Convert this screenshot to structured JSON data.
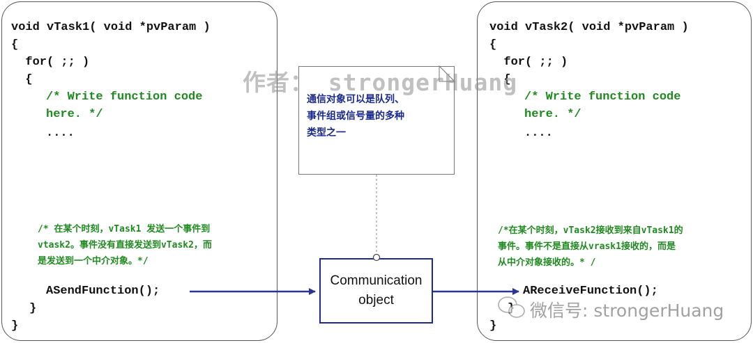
{
  "task1": {
    "lines": [
      "void vTask1( void *pvParam )",
      "{",
      "  for( ;; )",
      "  {"
    ],
    "comment_lines": [
      "/* Write function code",
      "here. */",
      "...."
    ],
    "cn_comment": [
      "/* 在某个时刻，vTask1 发送一个事件到",
      "vtask2。事件没有直接发送到vTask2，而",
      "是发送到一个中介对象。*/"
    ],
    "call": "ASendFunction();",
    "close_inner": "}",
    "close_outer": "}"
  },
  "task2": {
    "lines": [
      "void vTask2( void *pvParam )",
      "{",
      "  for( ;; )",
      "  {"
    ],
    "comment_lines": [
      "/* Write function code",
      "here. */",
      "...."
    ],
    "cn_comment": [
      "/*在某个时刻，vTask2接收到来自vTask1的",
      "事件。事件不是直接从vrask1接收的，而是",
      "从中介对象接收的。* /"
    ],
    "call": "AReceiveFunction();",
    "close_inner": "}",
    "close_outer": "}"
  },
  "note": {
    "lines": [
      "通信对象可以是队列、",
      "事件组或信号量的多种",
      "类型之一"
    ]
  },
  "comm_object": {
    "line1": "Communication",
    "line2": "object"
  },
  "watermark": {
    "top": "作者： strongerHuang",
    "bottom": "微信号: strongerHuang"
  },
  "colors": {
    "arrow": "#2a3696",
    "code_comment": "#1f8a1f",
    "note_text": "#1a2a8c"
  }
}
